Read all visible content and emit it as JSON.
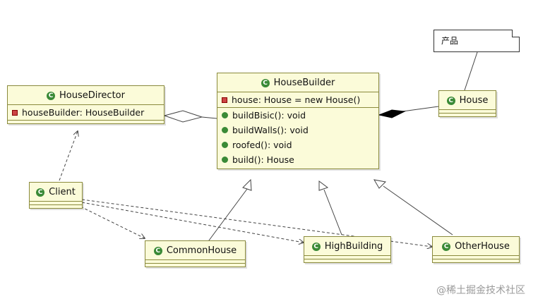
{
  "note": {
    "text": "产品"
  },
  "classes": {
    "house_director": {
      "name": "HouseDirector",
      "attr": "houseBuilder: HouseBuilder"
    },
    "house_builder": {
      "name": "HouseBuilder",
      "attr": "house: House = new House()",
      "ops": [
        "buildBisic(): void",
        "buildWalls(): void",
        "roofed(): void",
        "build(): House"
      ]
    },
    "house": {
      "name": "House"
    },
    "client": {
      "name": "Client"
    },
    "common_house": {
      "name": "CommonHouse"
    },
    "high_building": {
      "name": "HighBuilding"
    },
    "other_house": {
      "name": "OtherHouse"
    }
  },
  "class_icon_glyph": "C",
  "watermark": "@稀土掘金技术社区",
  "colors": {
    "class_fill": "#fbfbd9",
    "class_border": "#8a8a3c",
    "class_icon": "#3a8a36",
    "line": "#444444"
  }
}
